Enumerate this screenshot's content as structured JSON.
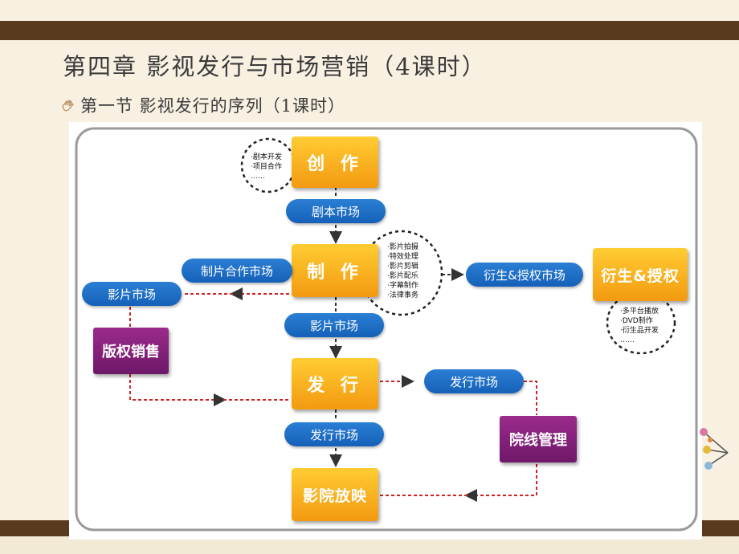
{
  "header": {
    "title": "第四章  影视发行与市场营销（4课时）",
    "subtitle": "第一节  影视发行的序列（1课时）"
  },
  "diagram": {
    "create_box": "创 作",
    "script_market": "剧本市场",
    "produce_box": "制 作",
    "coproduction_market": "制片合作市场",
    "film_market_left": "影片市场",
    "copyright_sales": "版权销售",
    "film_market_center": "影片市场",
    "distribution_box": "发 行",
    "distribution_market_right": "发行市场",
    "cinema_management": "院线管理",
    "distribution_market_center": "发行市场",
    "cinema_screening": "影院放映",
    "derivative_market": "衍生&授权市场",
    "derivative_box": "衍生&授权",
    "notes": {
      "create": [
        "·剧本开发",
        "·项目合作",
        "……"
      ],
      "produce": [
        "·影片拍摄",
        "·特效处理",
        "·影片剪辑",
        "·影片配乐",
        "·字幕制作",
        "·法律事务"
      ],
      "derivative": [
        "·多平台播放",
        "·DVD制作",
        "·衍生品开发",
        "……"
      ]
    }
  }
}
